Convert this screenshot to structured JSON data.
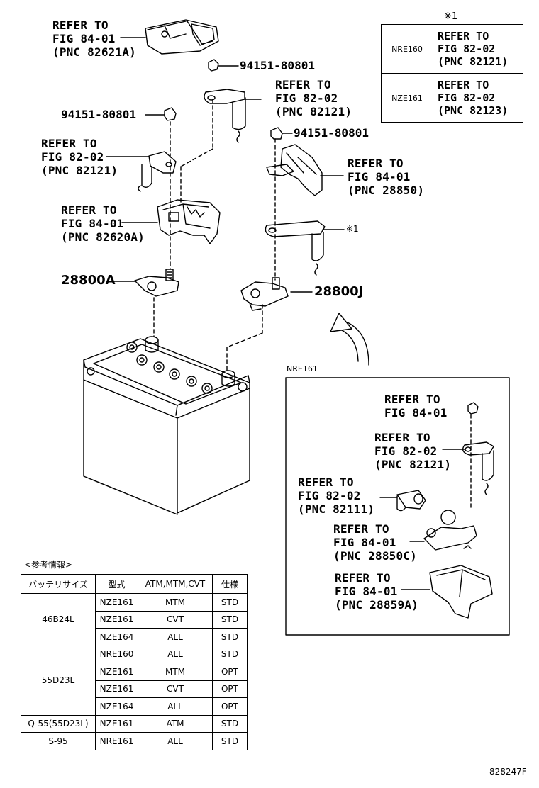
{
  "footnote_mark": "※1",
  "ref_table": {
    "rows": [
      {
        "model": "NRE160",
        "ref": "REFER TO\nFIG 82-02\n(PNC 82121)"
      },
      {
        "model": "NZE161",
        "ref": "REFER TO\nFIG 82-02\n(PNC 82123)"
      }
    ]
  },
  "labels": {
    "l1": "REFER TO\nFIG 84-01\n(PNC 82621A)",
    "l2": "REFER TO\nFIG 82-02\n(PNC 82121)",
    "l3": "REFER TO\nFIG 82-02\n(PNC 82121)",
    "l4": "REFER TO\nFIG 84-01\n(PNC 28850)",
    "l5": "REFER TO\nFIG 84-01\n(PNC 82620A)",
    "i1": "REFER TO\nFIG 84-01",
    "i2": "REFER TO\nFIG 82-02\n(PNC 82121)",
    "i3": "REFER TO\nFIG 82-02\n(PNC 82111)",
    "i4": "REFER TO\nFIG 84-01\n(PNC 28850C)",
    "i5": "REFER TO\nFIG 84-01\n(PNC 28859A)"
  },
  "part_numbers": {
    "nut_top": "94151-80801",
    "nut_left": "94151-80801",
    "nut_right": "94151-80801",
    "terminal_a": "28800A",
    "terminal_j": "28800J",
    "mark1": "※1"
  },
  "inset_title": "NRE161",
  "battery_table": {
    "caption": "<参考情報>",
    "headers": [
      "バッテリサイズ",
      "型式",
      "ATM,MTM,CVT",
      "仕様"
    ],
    "groups": [
      {
        "size": "46B24L",
        "rows": [
          [
            "NZE161",
            "MTM",
            "STD"
          ],
          [
            "NZE161",
            "CVT",
            "STD"
          ],
          [
            "NZE164",
            "ALL",
            "STD"
          ]
        ]
      },
      {
        "size": "55D23L",
        "rows": [
          [
            "NRE160",
            "ALL",
            "STD"
          ],
          [
            "NZE161",
            "MTM",
            "OPT"
          ],
          [
            "NZE161",
            "CVT",
            "OPT"
          ],
          [
            "NZE164",
            "ALL",
            "OPT"
          ]
        ]
      },
      {
        "size": "Q-55(55D23L)",
        "rows": [
          [
            "NZE161",
            "ATM",
            "STD"
          ]
        ]
      },
      {
        "size": "S-95",
        "rows": [
          [
            "NRE161",
            "ALL",
            "STD"
          ]
        ]
      }
    ]
  },
  "diagram_code": "828247F"
}
